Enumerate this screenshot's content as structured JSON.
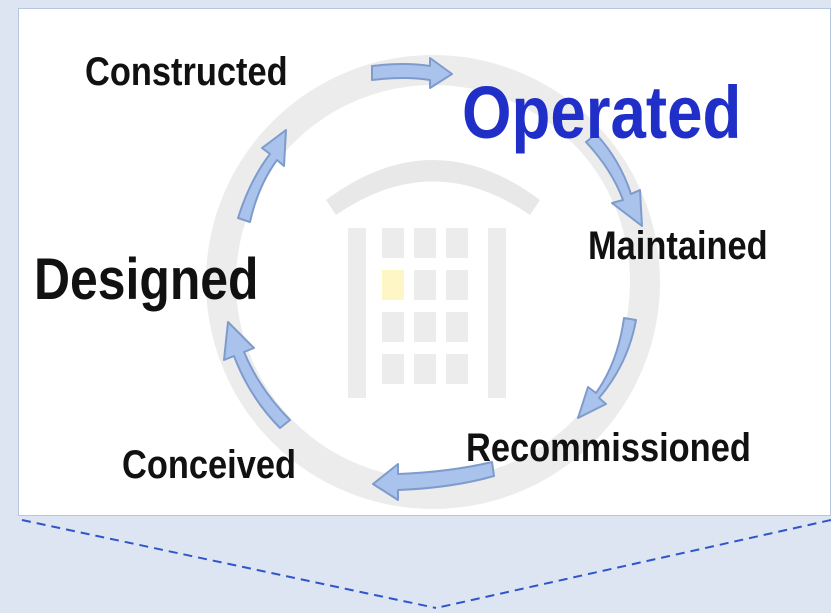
{
  "diagram": {
    "stages": {
      "constructed": "Constructed",
      "operated": "Operated",
      "maintained": "Maintained",
      "recommissioned": "Recommissioned",
      "conceived": "Conceived",
      "designed": "Designed"
    },
    "colors": {
      "operated_text": "#1f2fc8",
      "stage_text": "#111111",
      "arrow_fill": "#a7c0ea",
      "arrow_stroke": "#7f9bcc",
      "watermark": "#ececec",
      "watermark_window": "#fff8cf",
      "background": "#dde5f3",
      "dashed_line": "#2f55c9"
    },
    "icons": [
      "building-watermark-icon",
      "cycle-arrow-icon"
    ]
  }
}
